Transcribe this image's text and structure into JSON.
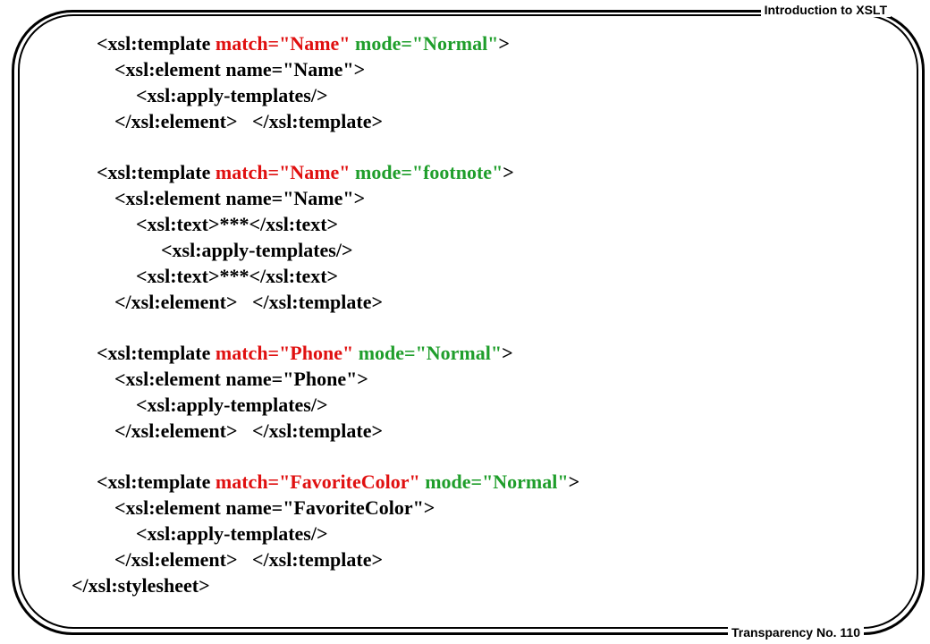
{
  "header": {
    "title": "Introduction to XSLT"
  },
  "footer": {
    "transparency": "Transparency No. 110"
  },
  "colors": {
    "match_attr": "#e01010",
    "mode_attr": "#1f9e2b",
    "text": "#000000"
  },
  "code": {
    "t1_open_a": "<xsl:template ",
    "t1_match": "match=\"Name\"",
    "t1_mode": " mode=\"Normal\"",
    "t1_open_end": ">",
    "t1_element": "<xsl:element name=\"Name\">",
    "t1_apply": "<xsl:apply-templates/>",
    "t1_close": "</xsl:element>   </xsl:template>",
    "t2_open_a": "<xsl:template ",
    "t2_match": "match=\"Name\"",
    "t2_mode": " mode=\"footnote\"",
    "t2_open_end": ">",
    "t2_element": "<xsl:element name=\"Name\">",
    "t2_text1": "<xsl:text>***</xsl:text>",
    "t2_apply": "<xsl:apply-templates/>",
    "t2_text2": "<xsl:text>***</xsl:text>",
    "t2_close": "</xsl:element>   </xsl:template>",
    "t3_open_a": "<xsl:template ",
    "t3_match": "match=\"Phone\"",
    "t3_mode": " mode=\"Normal\"",
    "t3_open_end": ">",
    "t3_element": "<xsl:element name=\"Phone\">",
    "t3_apply": "<xsl:apply-templates/>",
    "t3_close": "</xsl:element>   </xsl:template>",
    "t4_open_a": "<xsl:template ",
    "t4_match": "match=\"FavoriteColor\"",
    "t4_mode": " mode=\"Normal\"",
    "t4_open_end": ">",
    "t4_element": "<xsl:element name=\"FavoriteColor\">",
    "t4_apply": "<xsl:apply-templates/>",
    "t4_close": "</xsl:element>   </xsl:template>",
    "stylesheet_close": "</xsl:stylesheet>"
  }
}
